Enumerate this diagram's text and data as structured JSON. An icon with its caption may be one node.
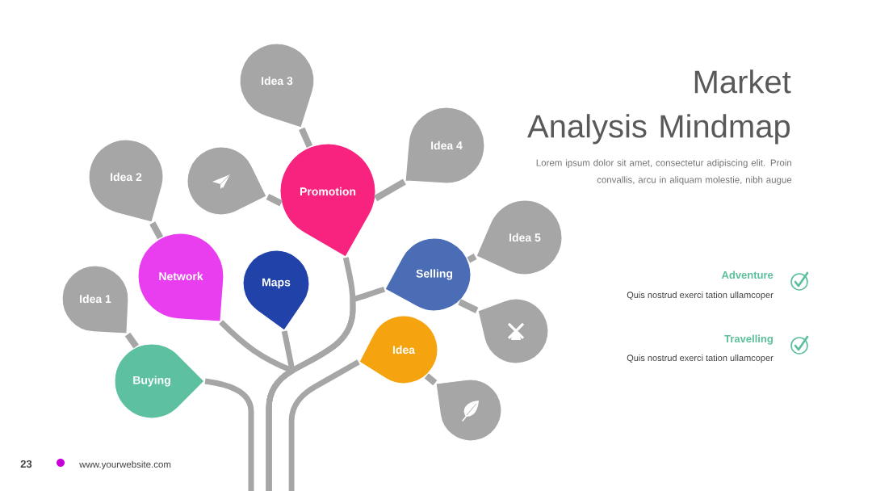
{
  "diagram": {
    "title": "Market Analysis Mindmap",
    "nodes": [
      {
        "text": [
          "Idea 3"
        ]
      },
      {
        "text": [
          "Idea 4"
        ]
      },
      {
        "text": [
          "Idea 2"
        ]
      },
      {
        "text": [],
        "shape": "teardrop"
      },
      {
        "text": [
          "Promotion"
        ]
      },
      {
        "text": [
          "Idea 5"
        ]
      },
      {
        "text": [
          "Selling"
        ]
      },
      {
        "text": [
          "Network"
        ]
      },
      {
        "text": [
          "Maps"
        ]
      },
      {
        "text": [
          "Idea 1"
        ]
      },
      {
        "text": [],
        "shape": "teardrop"
      },
      {
        "text": [
          "Idea"
        ]
      },
      {
        "text": [
          "Buying"
        ]
      },
      {
        "text": [],
        "shape": "teardrop"
      }
    ],
    "edges": [
      {
        "from": 0,
        "to": 4,
        "arrow": "none"
      },
      {
        "from": 1,
        "to": 4,
        "arrow": "none"
      },
      {
        "from": 3,
        "to": 4,
        "arrow": "none"
      },
      {
        "from": 2,
        "to": 7,
        "arrow": "none"
      },
      {
        "from": 5,
        "to": 6,
        "arrow": "none"
      },
      {
        "from": 10,
        "to": 6,
        "arrow": "none"
      },
      {
        "from": 9,
        "to": 12,
        "arrow": "none"
      },
      {
        "from": 13,
        "to": 11,
        "arrow": "none"
      },
      {
        "from": 4,
        "to": null,
        "arrow": "none"
      },
      {
        "from": 6,
        "to": null,
        "arrow": "none"
      },
      {
        "from": 7,
        "to": null,
        "arrow": "none"
      },
      {
        "from": 8,
        "to": null,
        "arrow": "none"
      },
      {
        "from": 12,
        "to": null,
        "arrow": "none"
      },
      {
        "from": 11,
        "to": null,
        "arrow": "none"
      }
    ],
    "labels": [
      "Lorem ipsum dolor sit amet, consectetur adipiscing elit. Proin convallis, arcu in aliquam molestie, nibh augue",
      "Adventure",
      "Quis nostrud exerci tation ullamcoper",
      "Travelling",
      "Quis nostrud exerci tation ullamcoper",
      "23",
      "www.yourwebsite.com"
    ]
  }
}
